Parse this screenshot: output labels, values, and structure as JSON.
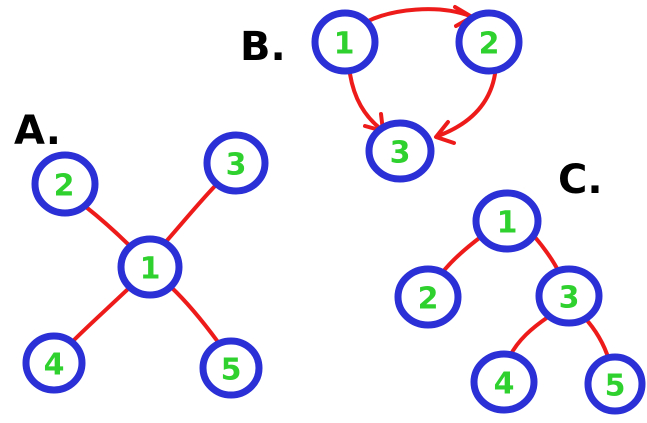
{
  "graphs": {
    "a": {
      "title": "A.",
      "nodes": [
        "2",
        "3",
        "1",
        "4",
        "5"
      ]
    },
    "b": {
      "title": "B.",
      "nodes": [
        "1",
        "2",
        "3"
      ]
    },
    "c": {
      "title": "C.",
      "nodes": [
        "1",
        "2",
        "3",
        "4",
        "5"
      ]
    }
  },
  "colors": {
    "node_border": "#2a2fd6",
    "node_label": "#2fd12f",
    "edge": "#ee1b1b",
    "title": "#000000"
  }
}
